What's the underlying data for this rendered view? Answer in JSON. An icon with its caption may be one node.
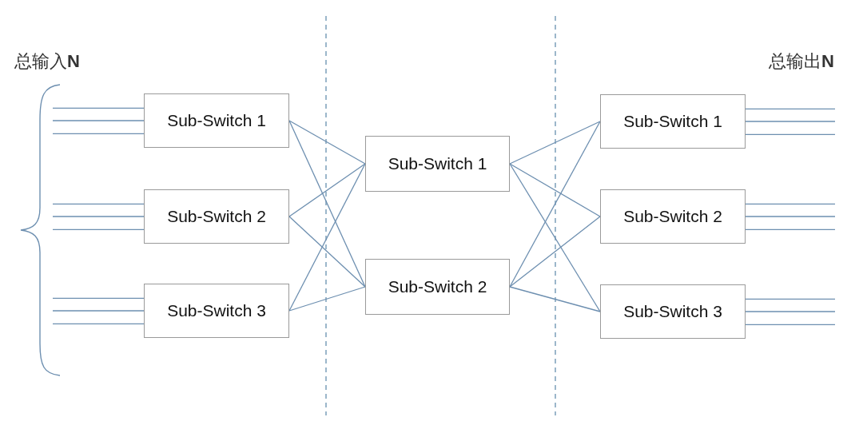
{
  "diagram": {
    "nodes": [
      {
        "text": [
          "Sub-Switch 1"
        ]
      },
      {
        "text": [
          "Sub-Switch 2"
        ]
      },
      {
        "text": [
          "Sub-Switch 3"
        ]
      },
      {
        "text": [
          "Sub-Switch 1"
        ]
      },
      {
        "text": [
          "Sub-Switch 2"
        ]
      },
      {
        "text": [
          "Sub-Switch 1"
        ]
      },
      {
        "text": [
          "Sub-Switch 2"
        ]
      },
      {
        "text": [
          "Sub-Switch 3"
        ]
      }
    ],
    "edges": [
      {
        "from": 0,
        "to": 3,
        "arrow": "none"
      },
      {
        "from": 0,
        "to": 4,
        "arrow": "none"
      },
      {
        "from": 1,
        "to": 3,
        "arrow": "none"
      },
      {
        "from": 1,
        "to": 4,
        "arrow": "none"
      },
      {
        "from": 2,
        "to": 3,
        "arrow": "none"
      },
      {
        "from": 2,
        "to": 4,
        "arrow": "none"
      },
      {
        "from": 3,
        "to": 5,
        "arrow": "none"
      },
      {
        "from": 3,
        "to": 6,
        "arrow": "none"
      },
      {
        "from": 3,
        "to": 7,
        "arrow": "none"
      },
      {
        "from": 4,
        "to": 5,
        "arrow": "none"
      },
      {
        "from": 4,
        "to": 6,
        "arrow": "none"
      },
      {
        "from": 4,
        "to": 7,
        "arrow": "none"
      },
      {
        "from": null,
        "to": 0,
        "arrow": "none"
      },
      {
        "from": null,
        "to": 0,
        "arrow": "none"
      },
      {
        "from": null,
        "to": 0,
        "arrow": "none"
      },
      {
        "from": null,
        "to": 1,
        "arrow": "none"
      },
      {
        "from": null,
        "to": 1,
        "arrow": "none"
      },
      {
        "from": null,
        "to": 1,
        "arrow": "none"
      },
      {
        "from": null,
        "to": 2,
        "arrow": "none"
      },
      {
        "from": null,
        "to": 2,
        "arrow": "none"
      },
      {
        "from": null,
        "to": 2,
        "arrow": "none"
      },
      {
        "from": 5,
        "to": null,
        "arrow": "none"
      },
      {
        "from": 5,
        "to": null,
        "arrow": "none"
      },
      {
        "from": 5,
        "to": null,
        "arrow": "none"
      },
      {
        "from": 6,
        "to": null,
        "arrow": "none"
      },
      {
        "from": 6,
        "to": null,
        "arrow": "none"
      },
      {
        "from": 6,
        "to": null,
        "arrow": "none"
      },
      {
        "from": 7,
        "to": null,
        "arrow": "none"
      },
      {
        "from": 7,
        "to": null,
        "arrow": "none"
      },
      {
        "from": 7,
        "to": null,
        "arrow": "none"
      }
    ],
    "labels": [
      "总输入**N**",
      "总输出**N**"
    ]
  }
}
